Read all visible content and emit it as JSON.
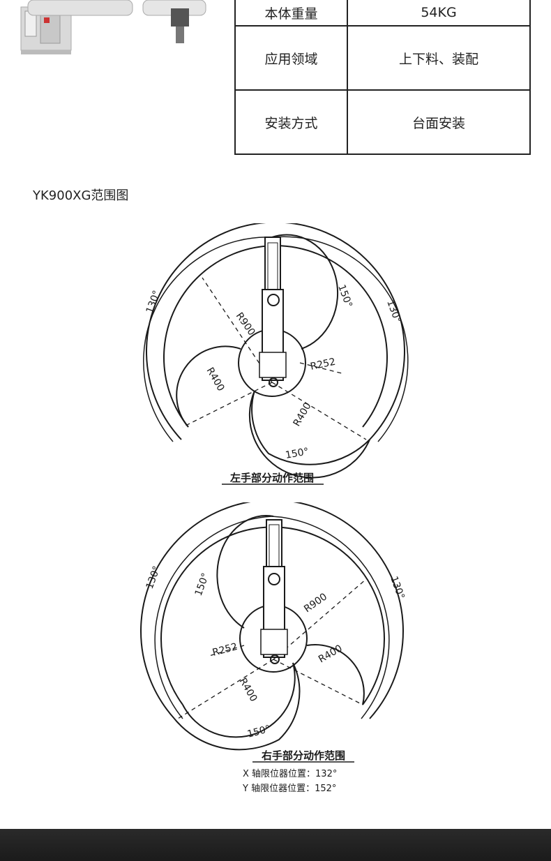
{
  "specs": [
    {
      "label": "本体重量",
      "value": "54KG"
    },
    {
      "label": "应用领域",
      "value": "上下料、装配"
    },
    {
      "label": "安装方式",
      "value": "台面安装"
    }
  ],
  "section_title": "YK900XG范围图",
  "left_diagram": {
    "caption": "左手部分动作范围",
    "labels": {
      "angle_outer_left": "130°",
      "angle_outer_right": "130°",
      "angle_inner_top": "150°",
      "angle_bottom": "150°",
      "r900": "R900",
      "r252": "R252",
      "r400_left": "R400",
      "r400_bottom": "R400"
    }
  },
  "right_diagram": {
    "caption": "右手部分动作范围",
    "labels": {
      "angle_outer_left": "130°",
      "angle_outer_right": "130°",
      "angle_inner_top": "150°",
      "angle_bottom": "150°",
      "r900": "R900",
      "r252": "R252",
      "r400_right": "R400",
      "r400_bottom": "R400"
    },
    "notes": [
      "X 轴限位器位置：132°",
      "Y 轴限位器位置：152°"
    ]
  },
  "colors": {
    "line": "#1a1a1a",
    "background": "#ffffff",
    "footer": "#222222"
  }
}
